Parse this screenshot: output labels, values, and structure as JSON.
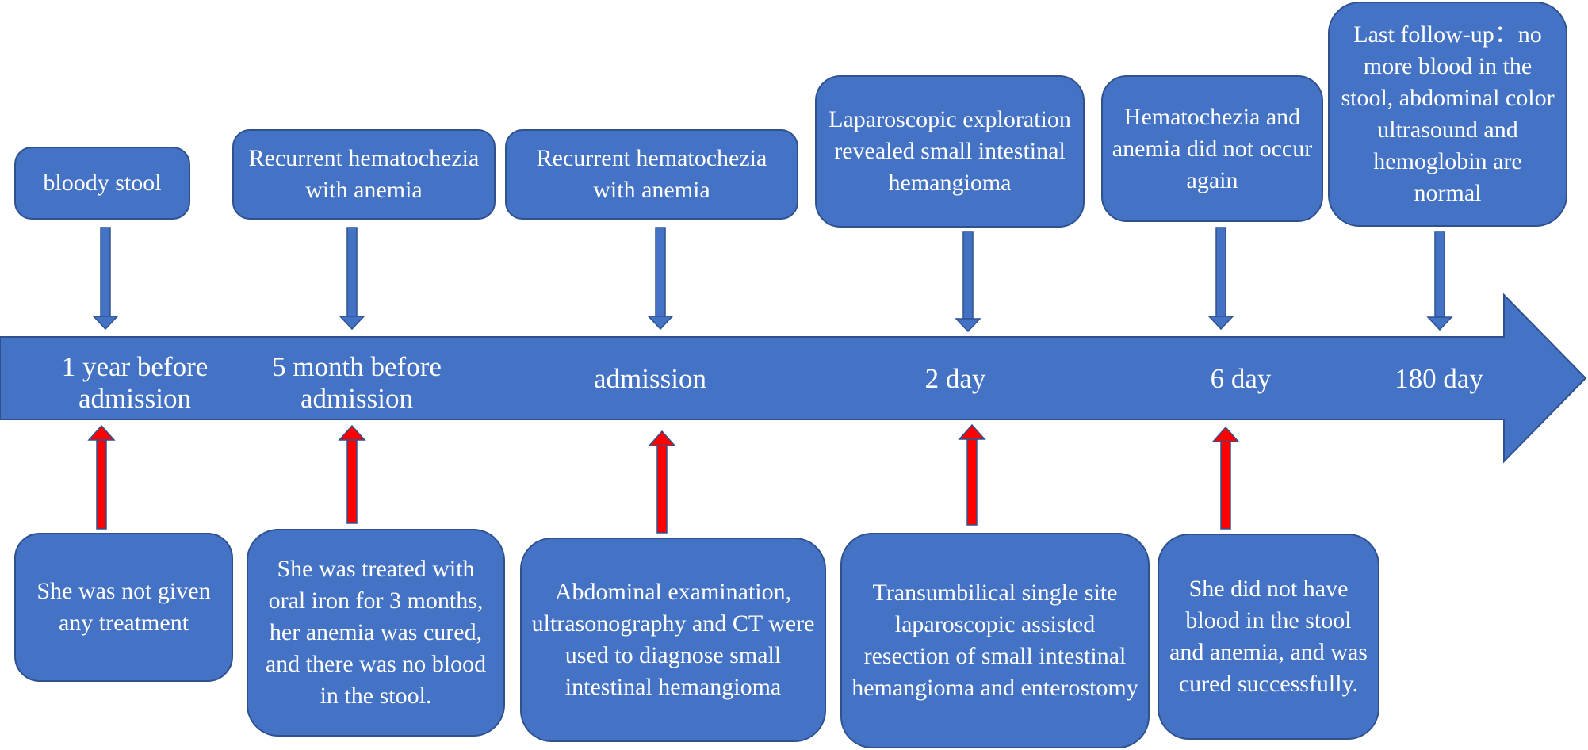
{
  "colors": {
    "box_fill": "#4472C4",
    "box_border": "#2F528F",
    "arrow_blue": "#4472C4",
    "arrow_red": "#FF0000",
    "text": "#FFFFFF"
  },
  "timeline": {
    "labels": [
      "1 year before admission",
      "5 month before admission",
      "admission",
      "2 day",
      "6 day",
      "180 day"
    ]
  },
  "top_events": [
    "bloody stool",
    "Recurrent hematochezia with anemia",
    "Recurrent hematochezia with anemia",
    "Laparoscopic exploration revealed small intestinal hemangioma",
    "Hematochezia and anemia did not occur again",
    "Last follow-up：no more blood in the stool, abdominal color ultrasound and hemoglobin are normal"
  ],
  "bottom_events": [
    "She was not given any treatment",
    "She was treated with oral iron for 3 months, her anemia was cured, and there was no blood in the stool.",
    "Abdominal examination, ultrasonography and CT were used to diagnose small intestinal hemangioma",
    "Transumbilical single site laparoscopic assisted resection of small intestinal hemangioma and enterostomy",
    "She did not have blood in the stool and anemia, and was cured successfully."
  ]
}
